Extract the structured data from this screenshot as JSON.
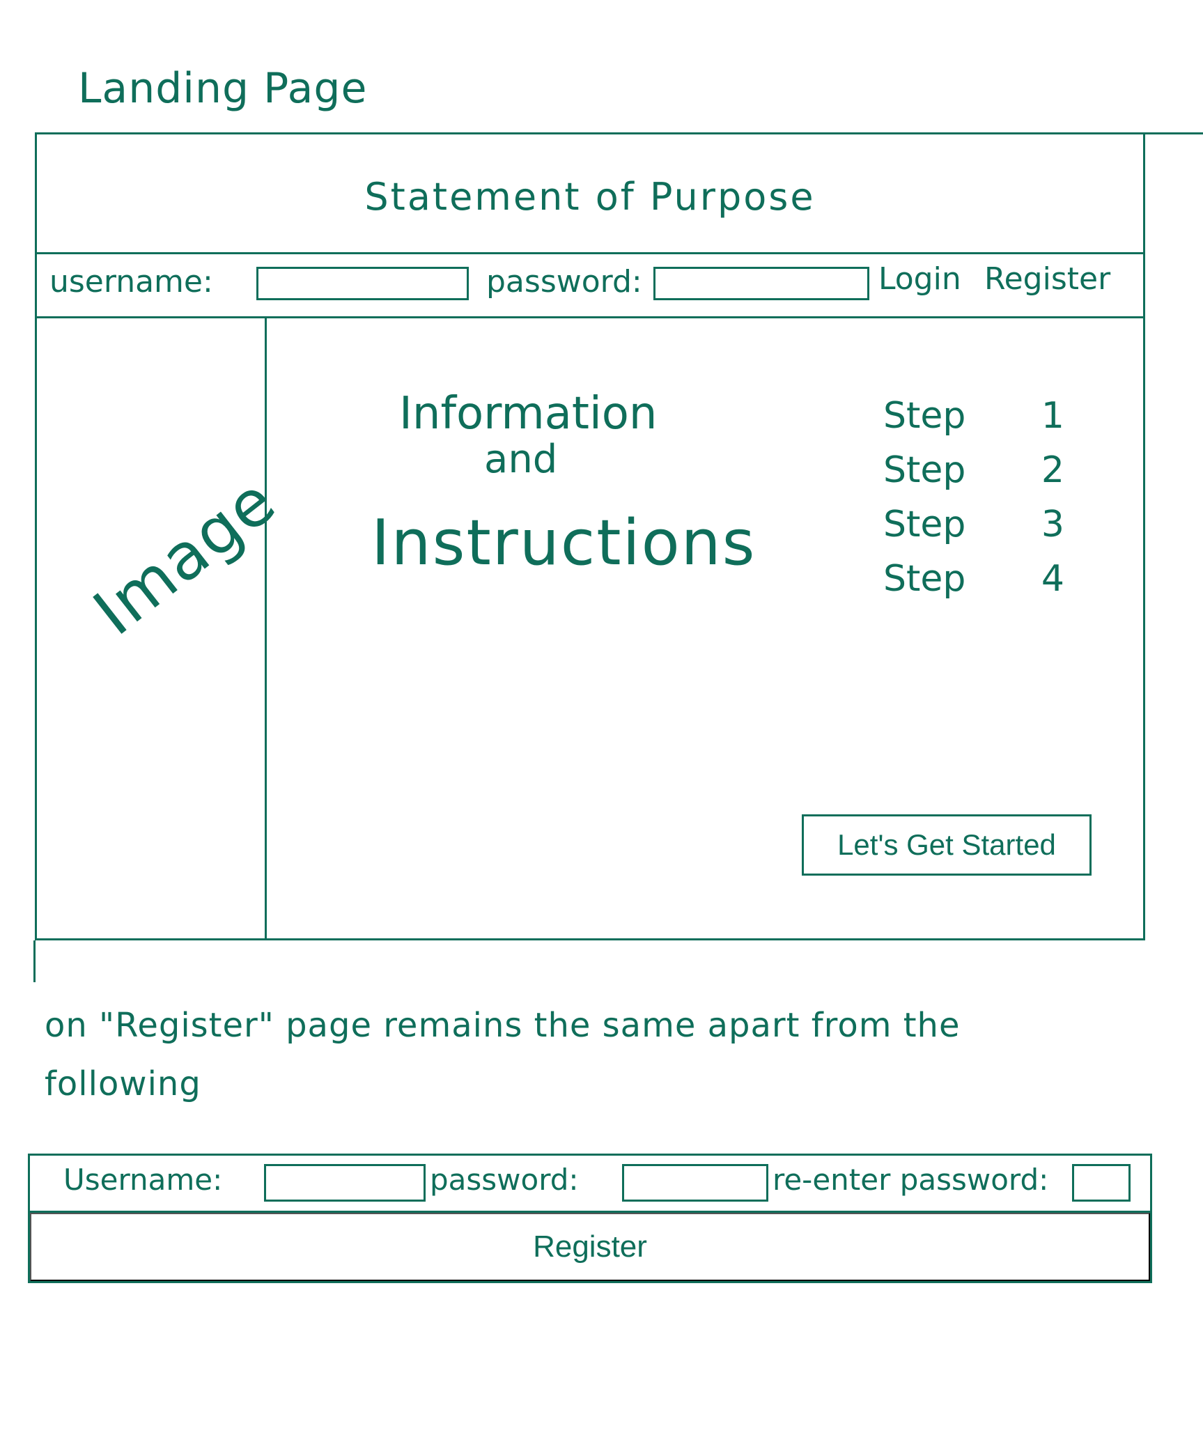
{
  "title": "Landing Page",
  "header": {
    "statement": "Statement of Purpose"
  },
  "login_bar": {
    "username_label": "username:",
    "password_label": "password:",
    "login_link": "Login",
    "register_link": "Register"
  },
  "sidebar": {
    "image_label": "Image"
  },
  "main": {
    "info_line1": "Information",
    "info_line2": "and",
    "info_line3": "Instructions",
    "steps": [
      {
        "label": "Step",
        "number": "1"
      },
      {
        "label": "Step",
        "number": "2"
      },
      {
        "label": "Step",
        "number": "3"
      },
      {
        "label": "Step",
        "number": "4"
      }
    ],
    "cta_label": "Let's Get Started"
  },
  "note": "on \"Register\" page remains the same apart from the following",
  "register_variant": {
    "username_label": "Username:",
    "password_label": "password:",
    "reenter_label": "re-enter password:",
    "register_button": "Register"
  },
  "colors": {
    "ink": "#0f6e5a"
  }
}
